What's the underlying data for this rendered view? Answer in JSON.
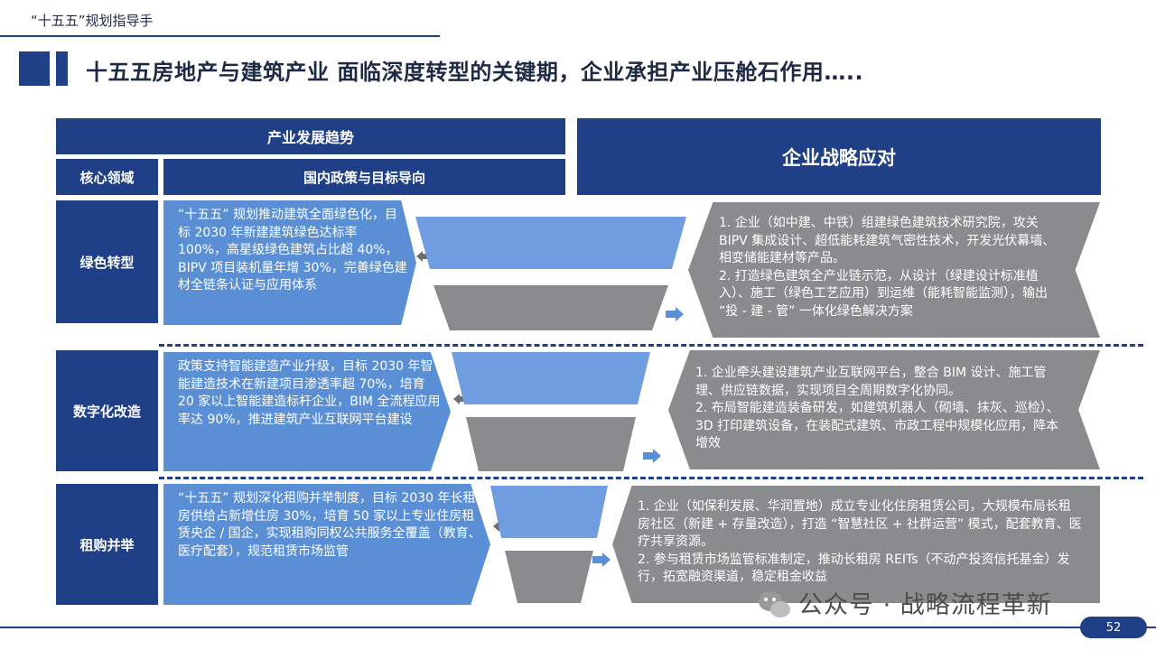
{
  "header": {
    "title": "“十五五”规划指导手"
  },
  "slide": {
    "title": "十五五房地产与建筑产业 面临深度转型的关键期，企业承担产业压舱石作用….."
  },
  "table": {
    "trend_header": "产业发展趋势",
    "core_header": "核心领域",
    "policy_header": "国内政策与目标导向",
    "strategy_header": "企业战略应对"
  },
  "rows": [
    {
      "label": "绿色转型",
      "policy": "“十五五” 规划推动建筑全面绿色化，目标 2030 年新建建筑绿色达标率 100%，高星级绿色建筑占比超 40%，BIPV 项目装机量年增 30%，完善绿色建材全链条认证与应用体系",
      "strategy": "1. 企业（如中建、中铁）组建绿色建筑技术研究院，攻关 BIPV 集成设计、超低能耗建筑气密性技术，开发光伏幕墙、相变储能建材等产品。\n2. 打造绿色建筑全产业链示范，从设计（绿建设计标准植入）、施工（绿色工艺应用）到运维（能耗智能监测），输出 “投 - 建 - 管” 一体化绿色解决方案"
    },
    {
      "label": "数字化改造",
      "policy": "政策支持智能建造产业升级，目标 2030 年智能建造技术在新建项目渗透率超 70%，培育 20 家以上智能建造标杆企业，BIM 全流程应用率达 90%，推进建筑产业互联网平台建设",
      "strategy": "1. 企业牵头建设建筑产业互联网平台，整合 BIM 设计、施工管理、供应链数据，实现项目全周期数字化协同。\n2. 布局智能建造装备研发，如建筑机器人（砌墙、抹灰、巡检）、3D 打印建筑设备，在装配式建筑、市政工程中规模化应用，降本增效"
    },
    {
      "label": "租购并举",
      "policy": "“十五五” 规划深化租购并举制度，目标 2030 年长租房供给占新增住房 30%，培育 50 家以上专业住房租赁央企 / 国企，实现租购同权公共服务全覆盖（教育、医疗配套），规范租赁市场监管",
      "strategy": "1. 企业（如保利发展、华润置地）成立专业化住房租赁公司，大规模布局长租房社区（新建 + 存量改造），打造 “智慧社区 + 社群运营” 模式，配套教育、医疗共享资源。\n2. 参与租赁市场监管标准制定，推动长租房 REITs（不动产投资信托基金）发行，拓宽融资渠道，稳定租金收益"
    }
  ],
  "watermark": {
    "text": "公众号 · 战略流程革新"
  },
  "footer": {
    "page_number": "52"
  },
  "colors": {
    "navy": "#1f3f86",
    "policy_blue": "#5a8fd6",
    "funnel_light": "#6f9de0",
    "funnel_gray": "#8a8b8d",
    "strategy_gray": "#8a8b8d"
  }
}
